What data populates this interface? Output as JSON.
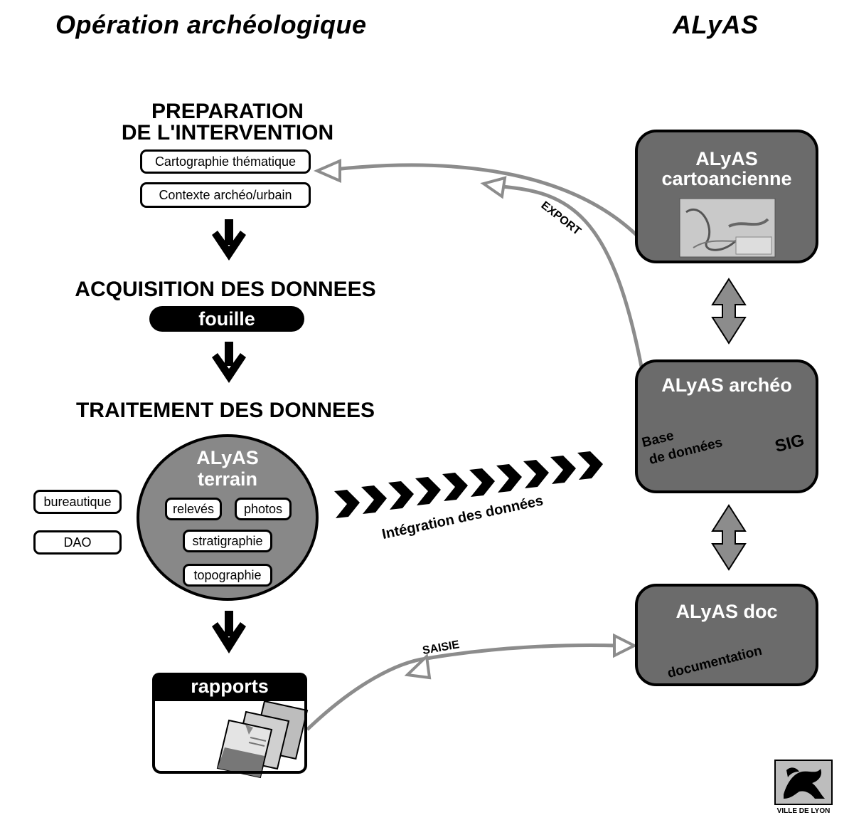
{
  "header": {
    "left_title": "Opération archéologique",
    "right_title": "ALyAS"
  },
  "preparation": {
    "title_line1": "PREPARATION",
    "title_line2": "DE L'INTERVENTION",
    "items": [
      "Cartographie thématique",
      "Contexte archéo/urbain"
    ]
  },
  "acquisition": {
    "title": "ACQUISITION DES DONNEES",
    "label": "fouille"
  },
  "traitement": {
    "title": "TRAITEMENT DES DONNEES",
    "circle_title_line1": "ALyAS",
    "circle_title_line2": "terrain",
    "circle_items": [
      "relevés",
      "photos",
      "stratigraphie",
      "topographie"
    ],
    "side_items": [
      "bureautique",
      "DAO"
    ]
  },
  "rapports": {
    "label": "rapports"
  },
  "alyas_modules": {
    "cartoancienne": {
      "line1": "ALyAS",
      "line2": "cartoancienne"
    },
    "archeo": {
      "title": "ALyAS  archéo",
      "db_line1": "Base",
      "db_line2": "de données",
      "sig": "SIG"
    },
    "doc": {
      "title": "ALyAS  doc",
      "subtitle": "documentation"
    }
  },
  "flows": {
    "export": "EXPORT",
    "saisie": "SAISIE",
    "integration": "Intégration des données"
  },
  "logo": {
    "caption": "VILLE DE LYON"
  },
  "colors": {
    "box_gray": "#6b6b6b",
    "flow_gray": "#8c8c8c",
    "circle_gray": "#888888"
  }
}
